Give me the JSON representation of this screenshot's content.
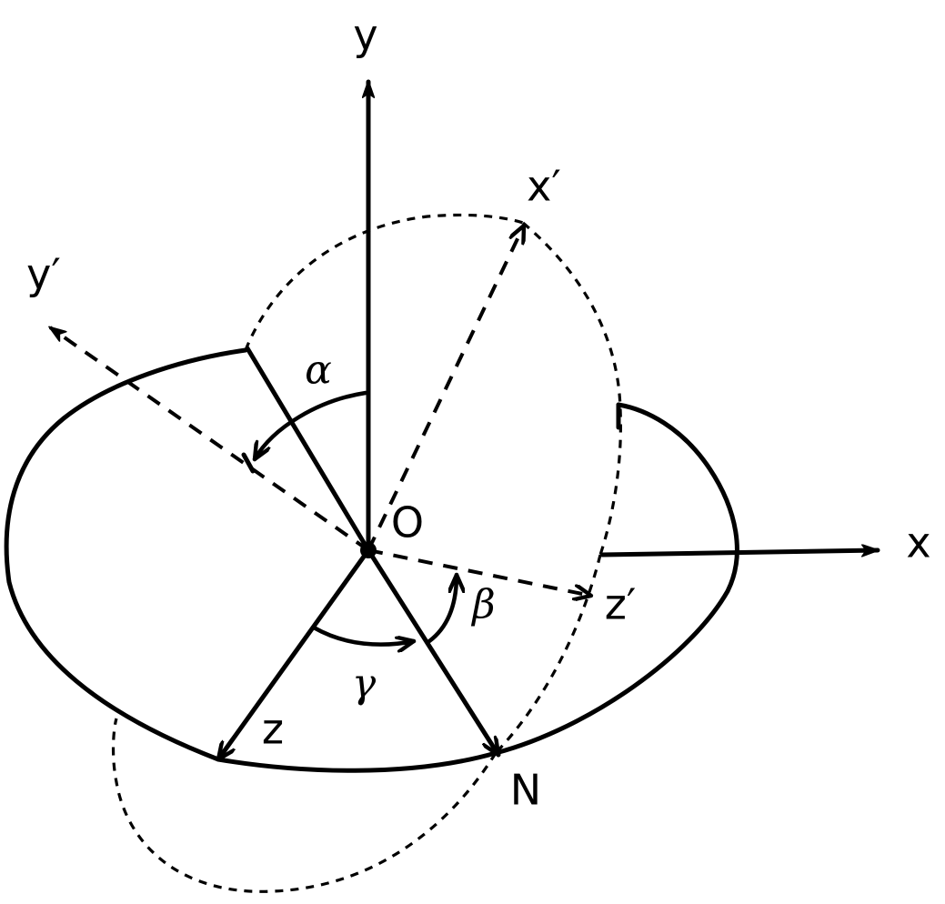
{
  "labels": {
    "y": "y",
    "x": "x",
    "z": "z",
    "y_prime": "y′",
    "x_prime": "x′",
    "z_prime": "z′",
    "origin": "O",
    "node": "N",
    "alpha": "α",
    "beta": "β",
    "gamma": "γ"
  }
}
